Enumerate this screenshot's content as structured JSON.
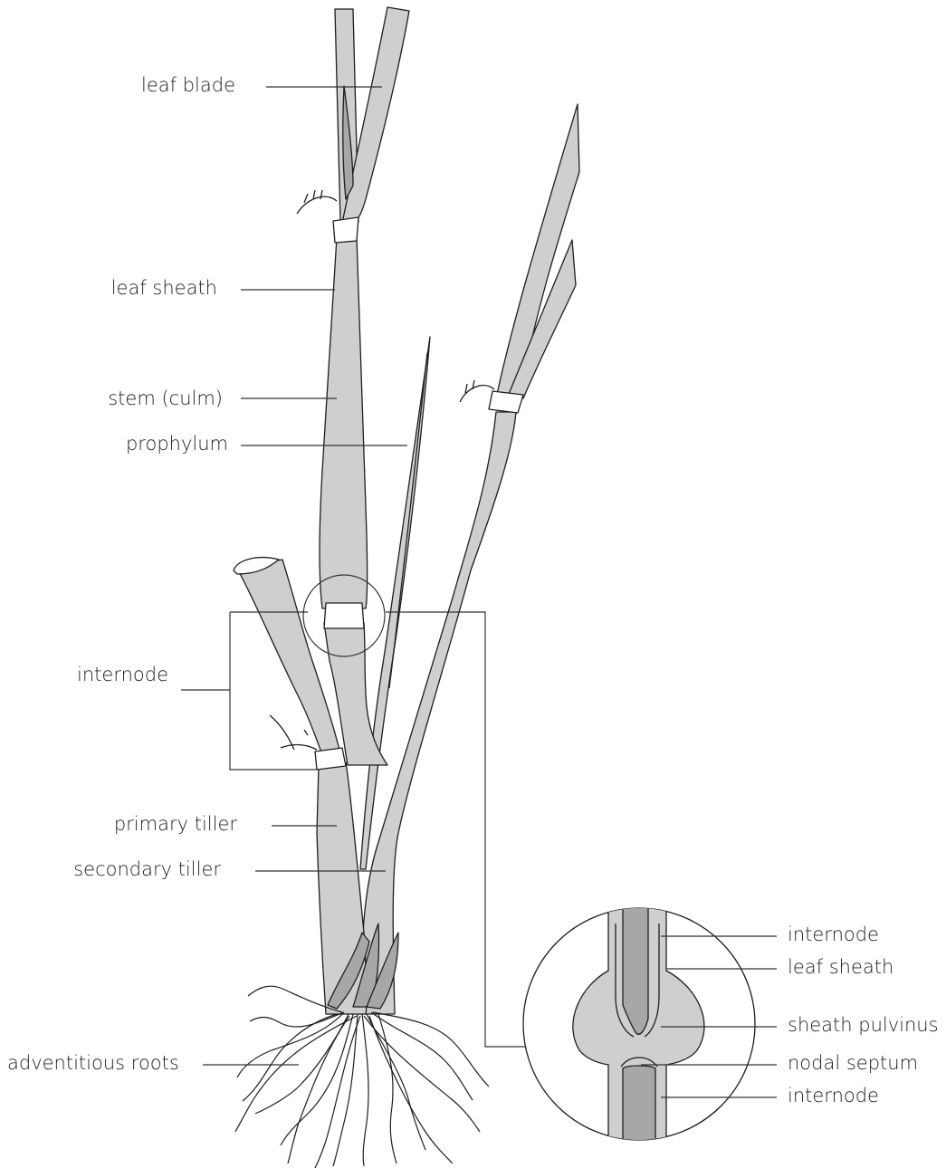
{
  "colors": {
    "fill": "#cfcfcf",
    "fill_dark": "#a7a7a7",
    "stroke": "#1e1e1e",
    "node": "#ffffff",
    "leader": "#333333"
  },
  "labels": {
    "leaf_blade": "leaf blade",
    "leaf_sheath": "leaf sheath",
    "stem": "stem (culm)",
    "prophylum": "prophylum",
    "internode": "internode",
    "primary_tiller": "primary tiller",
    "secondary_tiller": "secondary tiller",
    "adventitious_roots": "adventitious roots"
  },
  "inset_labels": {
    "internode_top": "internode",
    "leaf_sheath": "leaf sheath",
    "sheath_pulvinus": "sheath pulvinus",
    "nodal_septum": "nodal septum",
    "internode_bottom": "internode"
  }
}
